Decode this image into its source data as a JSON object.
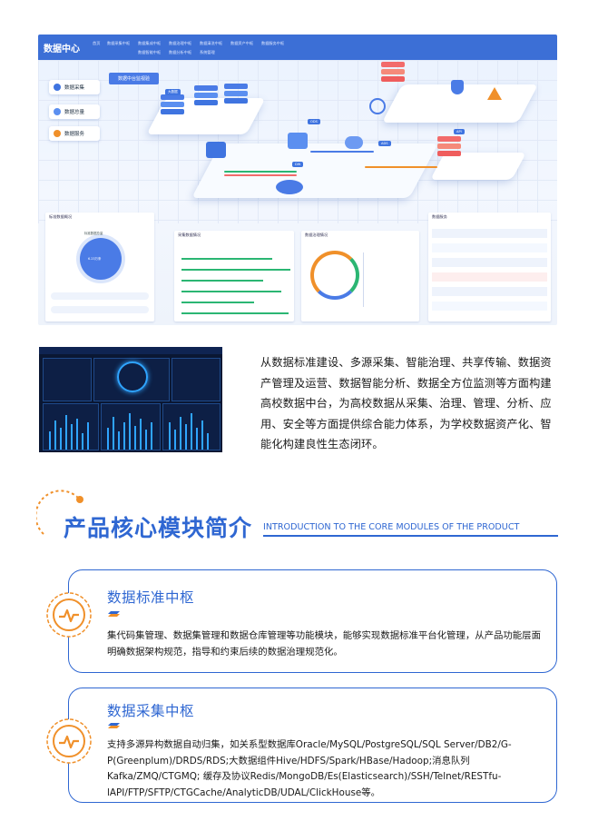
{
  "dashboard": {
    "logo": "数据中心",
    "nav_items": [
      "首页",
      "数据采集中枢",
      "数据集成中枢",
      "数据治理中枢",
      "数据清洗中枢",
      "数据资产中枢",
      "数据服务中枢",
      "数据智能中枢",
      "数据分析中枢",
      "系统管理"
    ],
    "side_buttons": [
      "数据采集",
      "数据总量",
      "数据服务"
    ],
    "banner": "数据中台监视验",
    "panels": {
      "overview": {
        "title": "标准数据概况",
        "center_label": "标准数据总量",
        "center_value": "6.23万条"
      },
      "collection": {
        "title": "采集数据情况"
      },
      "governance": {
        "title": "数据治理情况"
      },
      "service": {
        "title": "数据服务"
      }
    }
  },
  "intro_text": "从数据标准建设、多源采集、智能治理、共享传输、数据资产管理及运营、数据智能分析、数据全方位监测等方面构建高校数据中台，为高校数据从采集、治理、管理、分析、应用、安全等方面提供综合能力体系，为学校数据资产化、智能化构建良性生态闭环。",
  "section": {
    "title": "产品核心模块简介",
    "subtitle": "INTRODUCTION TO THE CORE MODULES OF THE PRODUCT"
  },
  "modules": [
    {
      "title": "数据标准中枢",
      "body": "集代码集管理、数据集管理和数据仓库管理等功能模块，能够实现数据标准平台化管理，从产品功能层面明确数据架构规范，指导和约束后续的数据治理规范化。"
    },
    {
      "title": "数据采集中枢",
      "body": "支持多源异构数据自动归集，如关系型数据库Oracle/MySQL/PostgreSQL/SQL Server/DB2/G-P(Greenplum)/DRDS/RDS;大数据组件Hive/HDFS/Spark/HBase/Hadoop;消息队列Kafka/ZMQ/CTGMQ; 缓存及协议Redis/MongoDB/Es(Elasticsearch)/SSH/Telnet/RESTfu-lAPI/FTP/SFTP/CTGCache/AnalyticDB/UDAL/ClickHouse等。"
    }
  ],
  "colors": {
    "accent": "#2f67d2",
    "orange": "#f0902a"
  }
}
